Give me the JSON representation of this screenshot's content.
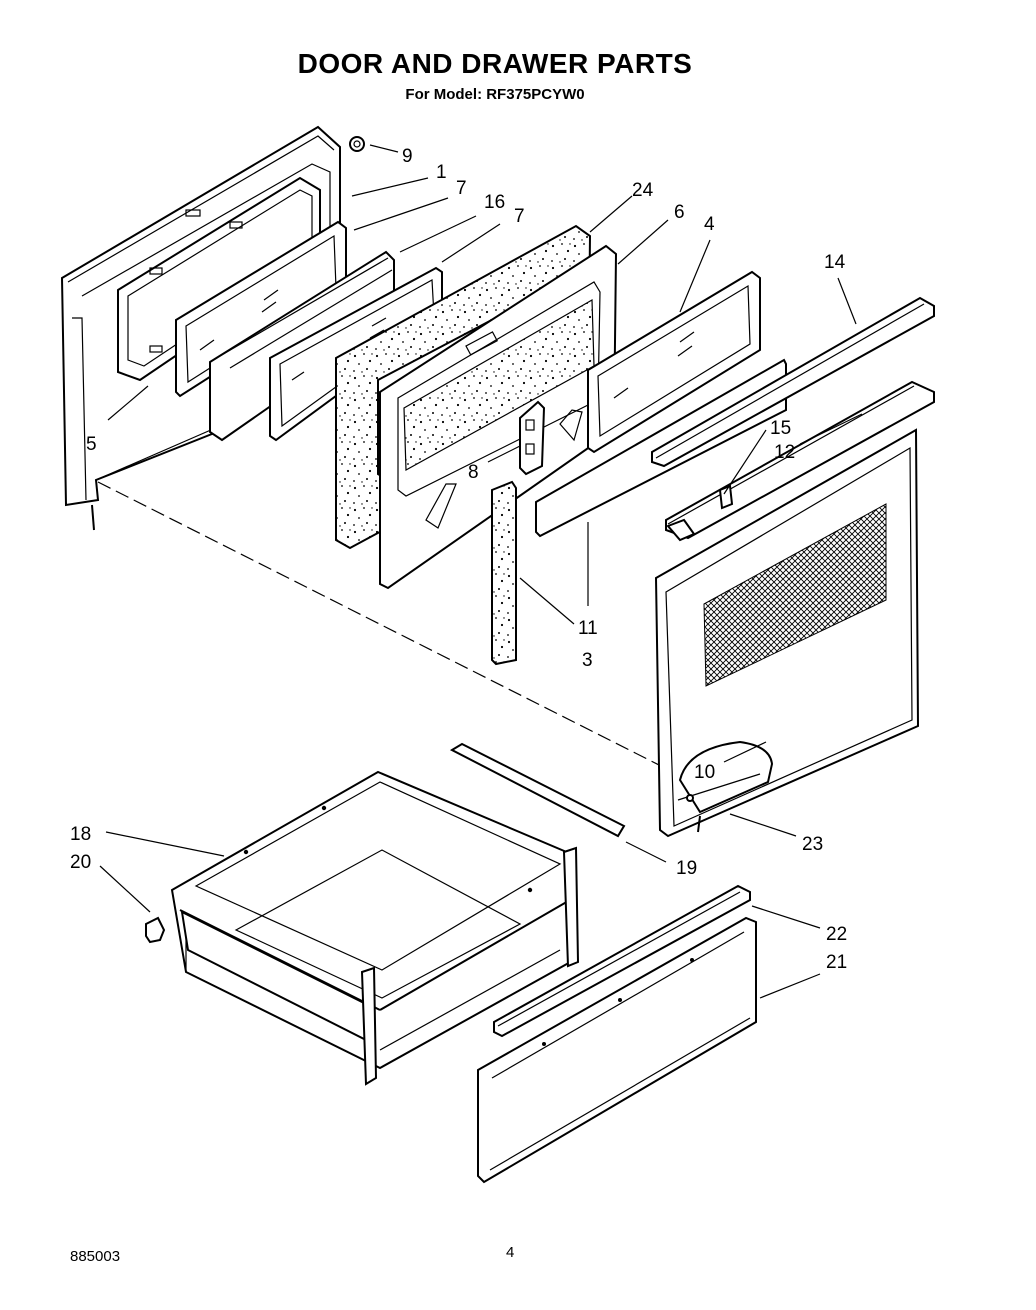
{
  "title": "DOOR AND DRAWER PARTS",
  "subtitle": "For Model: RF375PCYW0",
  "doc_code": "885003",
  "page_number": "4",
  "callouts": [
    "9",
    "1",
    "7",
    "16",
    "7",
    "24",
    "6",
    "4",
    "14",
    "5",
    "8",
    "15",
    "12",
    "11",
    "3",
    "10",
    "23",
    "18",
    "20",
    "19",
    "22",
    "21"
  ]
}
